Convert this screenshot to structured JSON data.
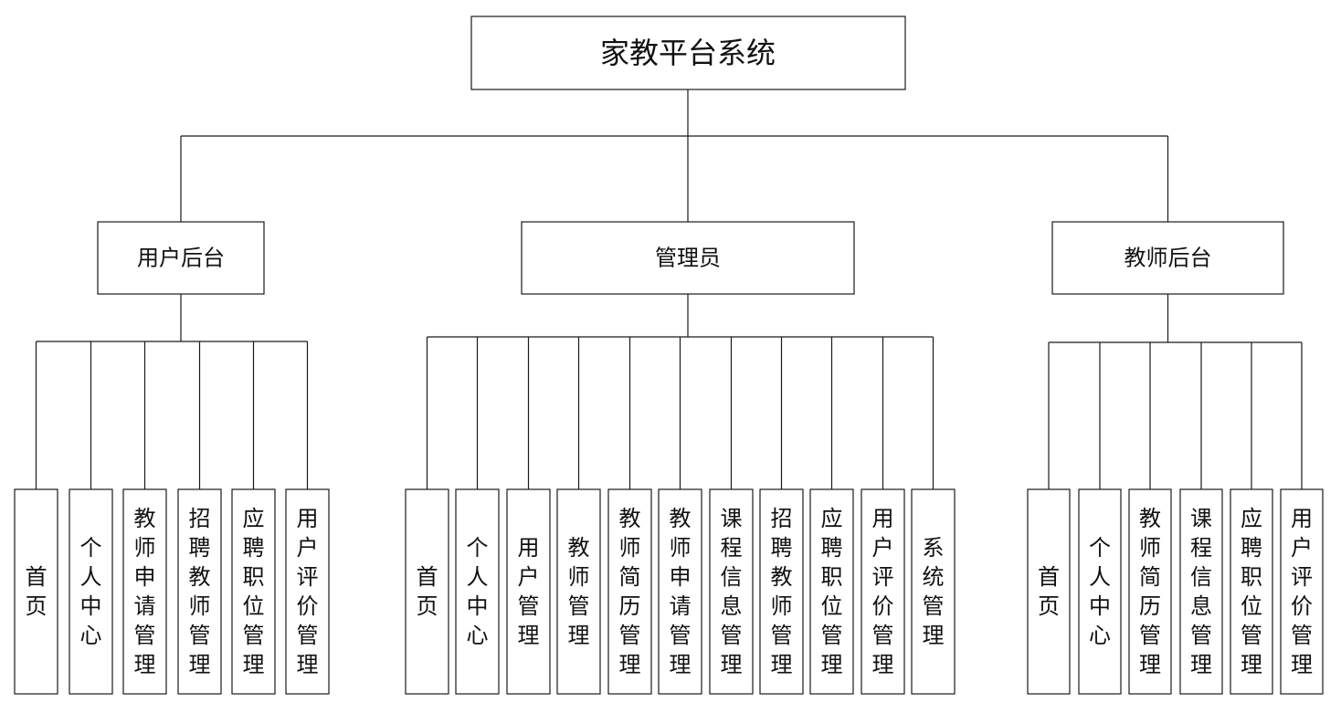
{
  "diagram": {
    "root": {
      "label": "家教平台系统"
    },
    "groups": [
      {
        "label": "用户后台",
        "children": [
          "首页",
          "个人中心",
          "教师申请管理",
          "招聘教师管理",
          "应聘职位管理",
          "用户评价管理"
        ]
      },
      {
        "label": "管理员",
        "children": [
          "首页",
          "个人中心",
          "用户管理",
          "教师管理",
          "教师简历管理",
          "教师申请管理",
          "课程信息管理",
          "招聘教师管理",
          "应聘职位管理",
          "用户评价管理",
          "系统管理"
        ]
      },
      {
        "label": "教师后台",
        "children": [
          "首页",
          "个人中心",
          "教师简历管理",
          "课程信息管理",
          "应聘职位管理",
          "用户评价管理"
        ]
      }
    ]
  }
}
